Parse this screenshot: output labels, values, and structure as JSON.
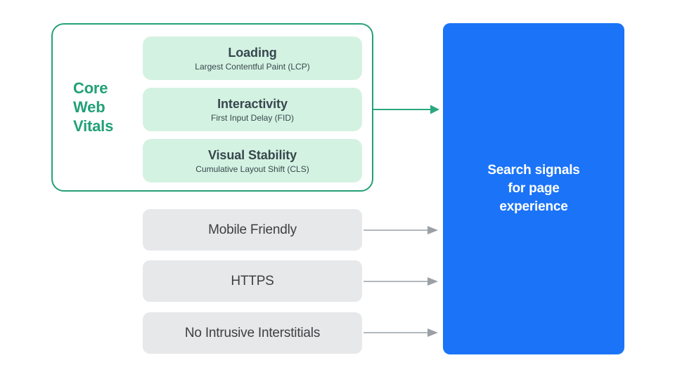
{
  "diagram": {
    "title": "Page experience signals diagram",
    "core_web_vitals": {
      "label": "Core\nWeb\nVitals",
      "label_lines": [
        "Core",
        "Web",
        "Vitals"
      ],
      "border_color": "#25A077",
      "text_color": "#22A077",
      "metrics": [
        {
          "title": "Loading",
          "subtitle": "Largest Contentful Paint (LCP)",
          "bg_color": "#D4F2E1",
          "text_color": "#37474F"
        },
        {
          "title": "Interactivity",
          "subtitle": "First Input Delay (FID)",
          "bg_color": "#D4F2E1",
          "text_color": "#37474F"
        },
        {
          "title": "Visual Stability",
          "subtitle": "Cumulative Layout Shift (CLS)",
          "bg_color": "#D4F2E1",
          "text_color": "#37474F"
        }
      ]
    },
    "other_signals": [
      {
        "label": "Mobile Friendly",
        "bg_color": "#E7E8EA",
        "text_color": "#3C4043"
      },
      {
        "label": "HTTPS",
        "bg_color": "#E7E8EA",
        "text_color": "#3C4043"
      },
      {
        "label": "No Intrusive Interstitials",
        "bg_color": "#E7E8EA",
        "text_color": "#3C4043"
      }
    ],
    "destination": {
      "label": "Search signals\nfor page\nexperience",
      "bg_color": "#1B73F8",
      "text_color": "#FFFFFF"
    },
    "connectors": [
      {
        "name": "core-web-vitals-arrow",
        "color": "#2AA87C",
        "from": "core-web-vitals-group",
        "to": "search-signals-panel"
      },
      {
        "name": "mobile-friendly-arrow",
        "color": "#9AA0A6",
        "from": "signal-mobile-friendly",
        "to": "search-signals-panel"
      },
      {
        "name": "https-arrow",
        "color": "#9AA0A6",
        "from": "signal-https",
        "to": "search-signals-panel"
      },
      {
        "name": "no-intrusive-interstitials-arrow",
        "color": "#9AA0A6",
        "from": "signal-no-intrusive-interstitials",
        "to": "search-signals-panel"
      }
    ]
  }
}
